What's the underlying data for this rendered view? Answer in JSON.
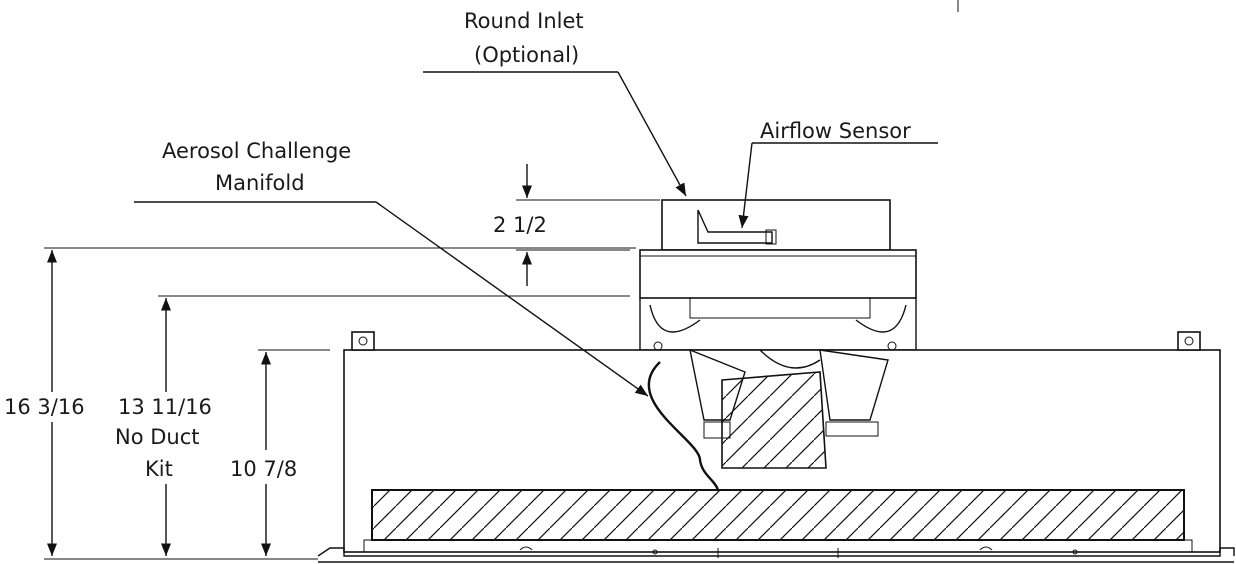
{
  "labels": {
    "round_inlet_line1": "Round Inlet",
    "round_inlet_line2": "(Optional)",
    "airflow_sensor": "Airflow Sensor",
    "aerosol_line1": "Aerosol Challenge",
    "aerosol_line2": "Manifold",
    "dim_2_1_2": "2 1/2",
    "dim_16_3_16": "16 3/16",
    "dim_13_11_16": "13 11/16",
    "no_duct_line1": "No Duct",
    "no_duct_line2": "Kit",
    "dim_10_7_8": "10 7/8"
  },
  "colors": {
    "line": "#111111",
    "text": "#1a1a1a",
    "background": "#ffffff"
  }
}
